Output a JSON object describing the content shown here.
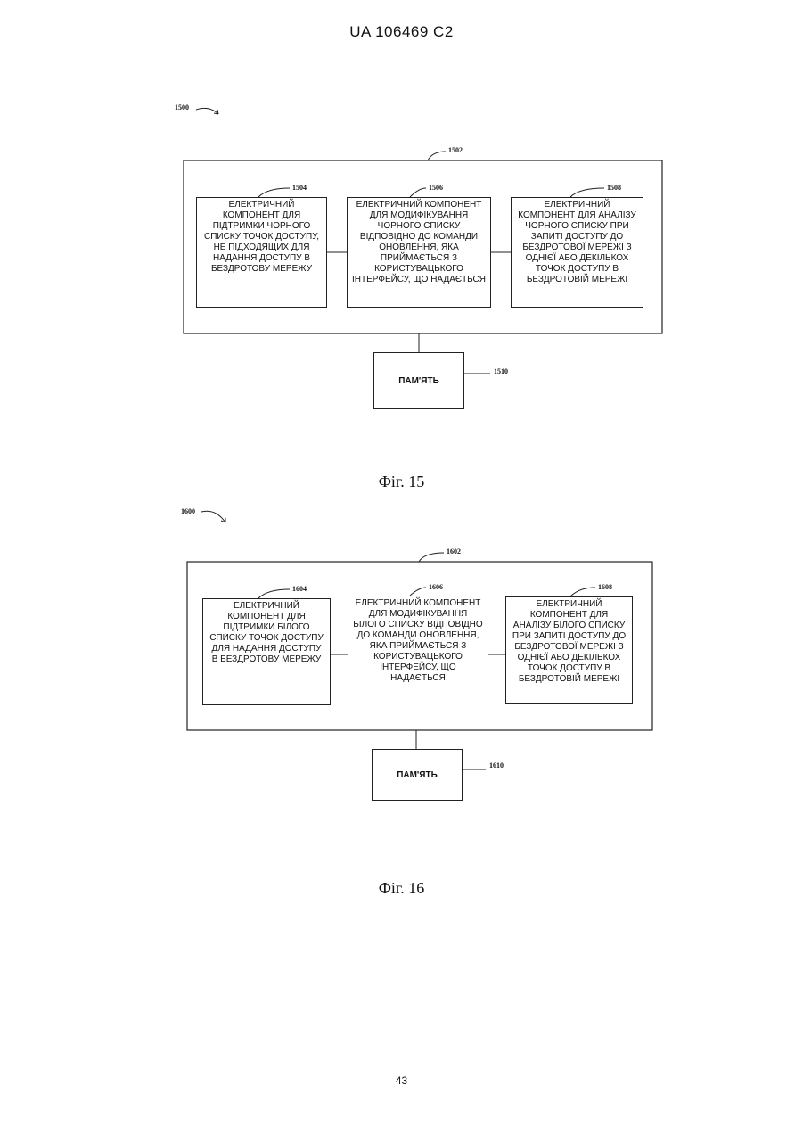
{
  "header": "UA   106469   C2",
  "figures": [
    {
      "ref_main": "1500",
      "ref_outer": "1502",
      "components": [
        {
          "ref": "1504",
          "text": "ЕЛЕКТРИЧНИЙ КОМПОНЕНТ ДЛЯ ПІДТРИМКИ ЧОРНОГО СПИСКУ ТОЧОК ДОСТУПУ, НЕ ПІДХОДЯЩИХ ДЛЯ НАДАННЯ ДОСТУПУ В БЕЗДРОТОВУ МЕРЕЖУ"
        },
        {
          "ref": "1506",
          "text": "ЕЛЕКТРИЧНИЙ КОМПОНЕНТ ДЛЯ МОДИФІКУВАННЯ ЧОРНОГО СПИСКУ ВІДПОВІДНО ДО КОМАНДИ ОНОВЛЕННЯ, ЯКА ПРИЙМАЄТЬСЯ З КОРИСТУВАЦЬКОГО ІНТЕРФЕЙСУ, ЩО НАДАЄТЬСЯ"
        },
        {
          "ref": "1508",
          "text": "ЕЛЕКТРИЧНИЙ КОМПОНЕНТ ДЛЯ АНАЛІЗУ ЧОРНОГО СПИСКУ ПРИ ЗАПИТІ ДОСТУПУ ДО БЕЗДРОТОВОЇ МЕРЕЖІ З ОДНІЄЇ АБО ДЕКІЛЬКОХ ТОЧОК ДОСТУПУ В БЕЗДРОТОВІЙ МЕРЕЖІ"
        }
      ],
      "memory": {
        "ref": "1510",
        "label": "ПАМ'ЯТЬ"
      },
      "caption": "Фіг. 15"
    },
    {
      "ref_main": "1600",
      "ref_outer": "1602",
      "components": [
        {
          "ref": "1604",
          "text": "ЕЛЕКТРИЧНИЙ КОМПОНЕНТ ДЛЯ ПІДТРИМКИ БІЛОГО СПИСКУ ТОЧОК ДОСТУПУ ДЛЯ НАДАННЯ ДОСТУПУ В БЕЗДРОТОВУ МЕРЕЖУ"
        },
        {
          "ref": "1606",
          "text": "ЕЛЕКТРИЧНИЙ КОМПОНЕНТ ДЛЯ МОДИФІКУВАННЯ БІЛОГО СПИСКУ ВІДПОВІДНО ДО КОМАНДИ ОНОВЛЕННЯ, ЯКА ПРИЙМАЄТЬСЯ З КОРИСТУВАЦЬКОГО ІНТЕРФЕЙСУ, ЩО НАДАЄТЬСЯ"
        },
        {
          "ref": "1608",
          "text": "ЕЛЕКТРИЧНИЙ КОМПОНЕНТ ДЛЯ АНАЛІЗУ БІЛОГО СПИСКУ ПРИ ЗАПИТІ ДОСТУПУ ДО БЕЗДРОТОВОЇ МЕРЕЖІ З ОДНІЄЇ АБО ДЕКІЛЬКОХ ТОЧОК ДОСТУПУ В БЕЗДРОТОВІЙ МЕРЕЖІ"
        }
      ],
      "memory": {
        "ref": "1610",
        "label": "ПАМ'ЯТЬ"
      },
      "caption": "Фіг. 16"
    }
  ],
  "page_number": "43"
}
